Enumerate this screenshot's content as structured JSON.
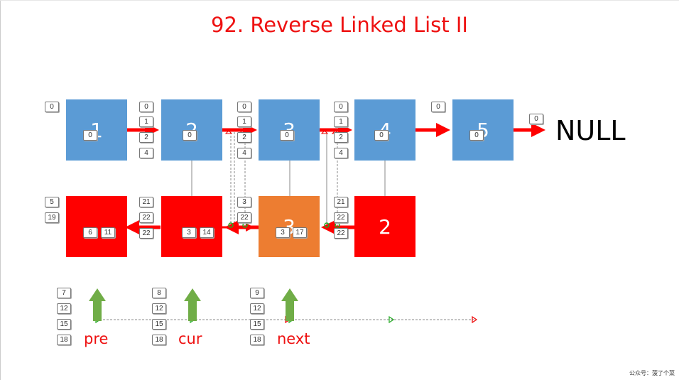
{
  "title": "92. Reverse Linked List II",
  "null_label": "NULL",
  "watermark": "公众号：菠了个菜",
  "nodes": [
    {
      "id": "node-1",
      "value": "1",
      "color": "blue"
    },
    {
      "id": "node-2",
      "value": "2",
      "color": "blue"
    },
    {
      "id": "node-3",
      "value": "3",
      "color": "blue"
    },
    {
      "id": "node-4",
      "value": "4",
      "color": "blue"
    },
    {
      "id": "node-5",
      "value": "5",
      "color": "blue"
    }
  ],
  "ghost_nodes": [
    {
      "id": "red-node-1",
      "value": "",
      "color": "red"
    },
    {
      "id": "red-node-2",
      "value": "",
      "color": "red"
    },
    {
      "id": "orange-node",
      "value": "3",
      "color": "orange"
    },
    {
      "id": "red-node-4",
      "value": "2",
      "color": "red"
    }
  ],
  "pointer_labels": [
    "pre",
    "cur",
    "next"
  ],
  "badges": {
    "row1": [
      "0",
      "0",
      "1",
      "2",
      "4",
      "0",
      "1",
      "2",
      "4",
      "0",
      "1",
      "2",
      "4",
      "0",
      "0"
    ],
    "row1_inner": [
      "0",
      "0",
      "0",
      "0",
      "0"
    ],
    "row2": [
      "5",
      "19",
      "21",
      "22",
      "22",
      "3",
      "22",
      "21",
      "22",
      "22"
    ],
    "row2_inner": [
      "6",
      "11",
      "3",
      "14",
      "3",
      "17"
    ],
    "col_pre": [
      "7",
      "12",
      "15",
      "18"
    ],
    "col_cur": [
      "8",
      "12",
      "15",
      "18"
    ],
    "col_next": [
      "9",
      "12",
      "15",
      "18"
    ]
  }
}
